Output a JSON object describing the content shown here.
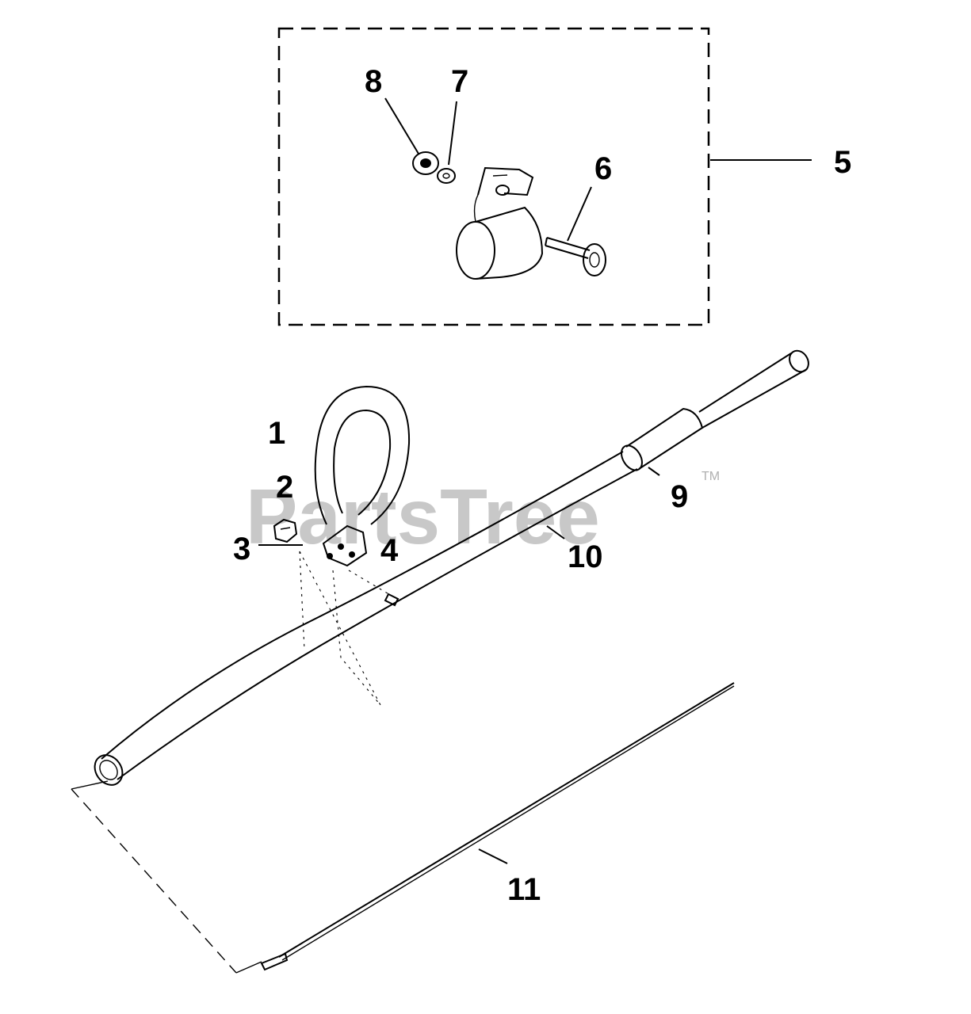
{
  "watermark": {
    "brand": "PartsTree",
    "trademark": "TM"
  },
  "callouts": [
    {
      "id": "c1",
      "label": "1"
    },
    {
      "id": "c2",
      "label": "2"
    },
    {
      "id": "c3",
      "label": "3"
    },
    {
      "id": "c4",
      "label": "4"
    },
    {
      "id": "c5",
      "label": "5"
    },
    {
      "id": "c6",
      "label": "6"
    },
    {
      "id": "c7",
      "label": "7"
    },
    {
      "id": "c8",
      "label": "8"
    },
    {
      "id": "c9",
      "label": "9"
    },
    {
      "id": "c10",
      "label": "10"
    },
    {
      "id": "c11",
      "label": "11"
    }
  ]
}
